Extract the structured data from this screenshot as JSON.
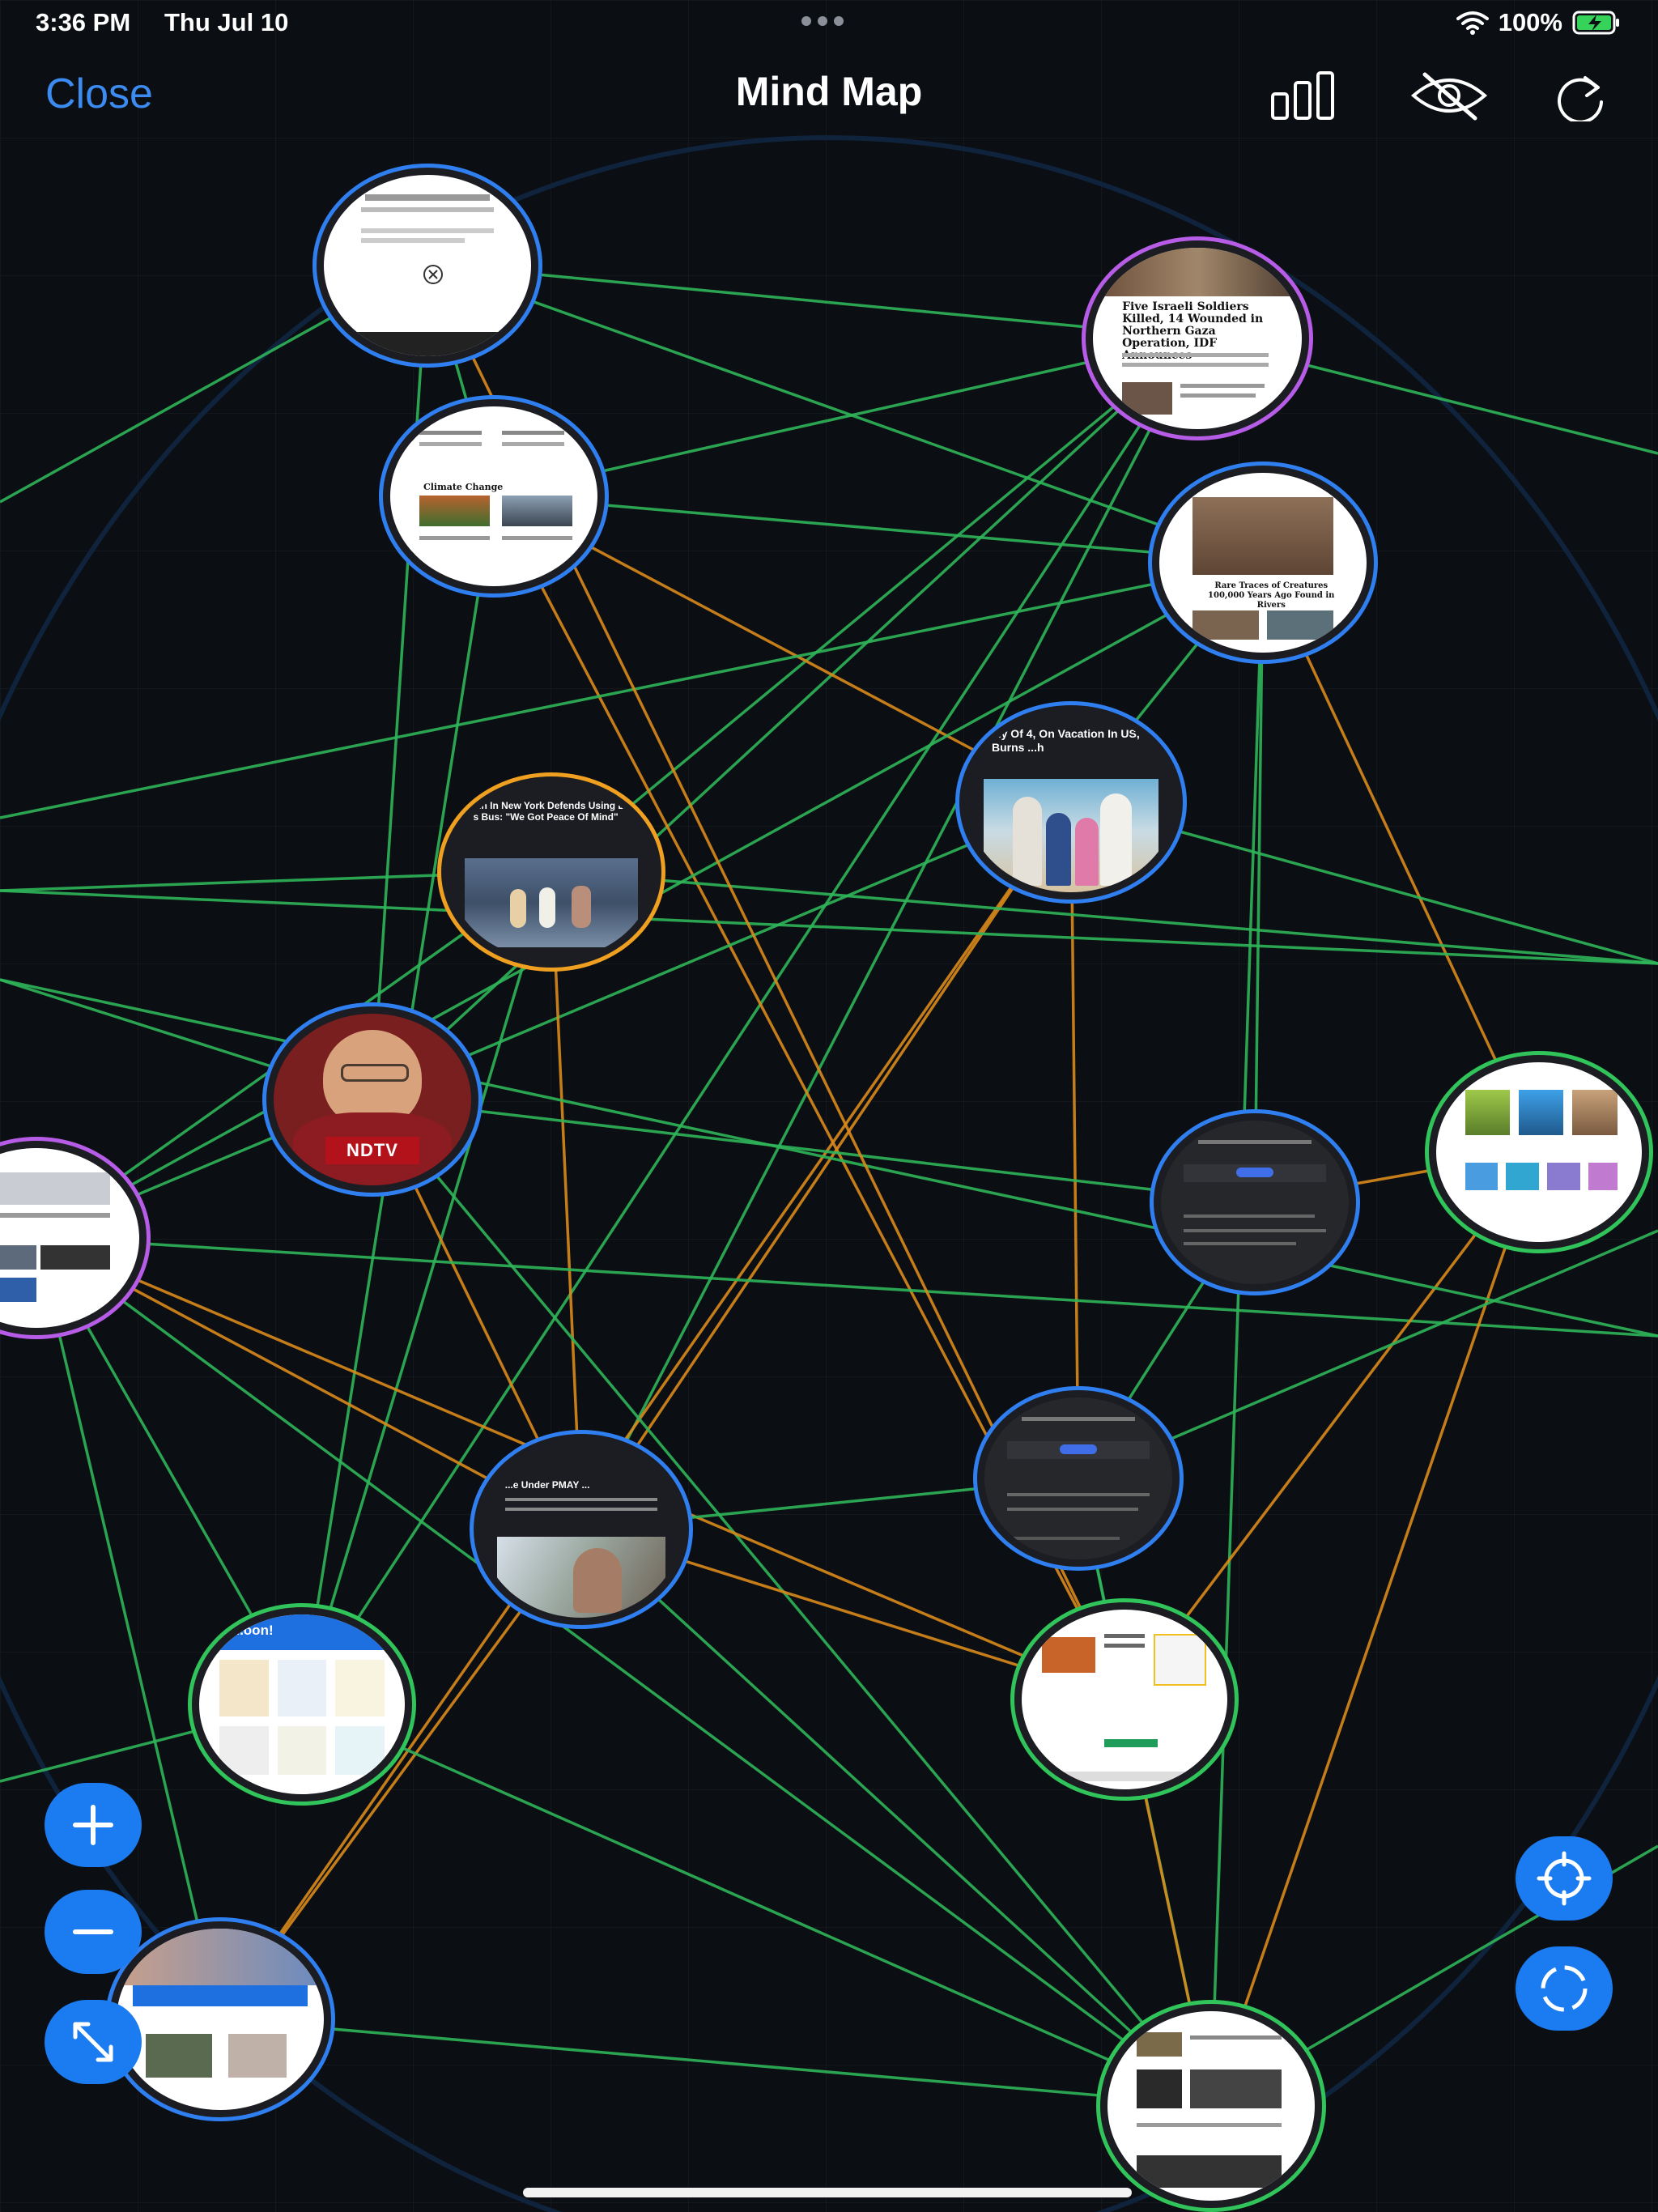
{
  "status_bar": {
    "time": "3:36 PM",
    "date": "Thu Jul 10",
    "battery": "100%",
    "icons": [
      "multitask-dots-icon",
      "wifi-icon",
      "battery-charging-icon"
    ]
  },
  "nav": {
    "close_label": "Close",
    "title": "Mind Map",
    "icons": [
      "bar-chart-icon",
      "eye-slash-icon",
      "refresh-icon"
    ]
  },
  "colors": {
    "accent": "#1a7cf0",
    "edge_green": "#2fb55a",
    "edge_orange": "#d98a1c",
    "ring_blue": "#2f7ff0",
    "ring_purple": "#b65ce6",
    "ring_green": "#30c45a",
    "ring_orange": "#f0a020"
  },
  "nodes": [
    {
      "id": "n1",
      "ring": "blue",
      "caption": "",
      "icon": "x-logo-icon"
    },
    {
      "id": "n2",
      "ring": "purple",
      "caption": "Five Israeli Soldiers Killed, 14 Wounded in Northern Gaza Operation, IDF Announces"
    },
    {
      "id": "n3",
      "ring": "blue",
      "caption": "Climate Change"
    },
    {
      "id": "n4",
      "ring": "blue",
      "caption": "Rare Traces of Creatures 100,000 Years Ago Found in Rivers"
    },
    {
      "id": "n5",
      "ring": "blue",
      "caption": "...y Of 4, On Vacation In US, Burns ...h"
    },
    {
      "id": "n6",
      "ring": "orange",
      "caption": "...n In New York Defends Using L... s Bus: \"We Got Peace Of Mind\""
    },
    {
      "id": "n7",
      "ring": "blue",
      "caption": "",
      "badge": "NDTV"
    },
    {
      "id": "n8",
      "ring": "purple",
      "caption": ""
    },
    {
      "id": "n9",
      "ring": "blue",
      "caption": ""
    },
    {
      "id": "n10",
      "ring": "green",
      "caption": ""
    },
    {
      "id": "n11",
      "ring": "blue",
      "caption": ""
    },
    {
      "id": "n12",
      "ring": "blue",
      "caption": "...e Under PMAY ..."
    },
    {
      "id": "n13",
      "ring": "green",
      "caption": "...oon!"
    },
    {
      "id": "n14",
      "ring": "green",
      "caption": ""
    },
    {
      "id": "n15",
      "ring": "blue",
      "caption": ""
    },
    {
      "id": "n16",
      "ring": "green",
      "caption": ""
    }
  ],
  "controls": {
    "zoom_in_icon": "plus-icon",
    "zoom_out_icon": "minus-icon",
    "fit_icon": "expand-arrows-icon",
    "recenter_icon": "crosshair-icon",
    "select_icon": "dashed-circle-icon"
  }
}
